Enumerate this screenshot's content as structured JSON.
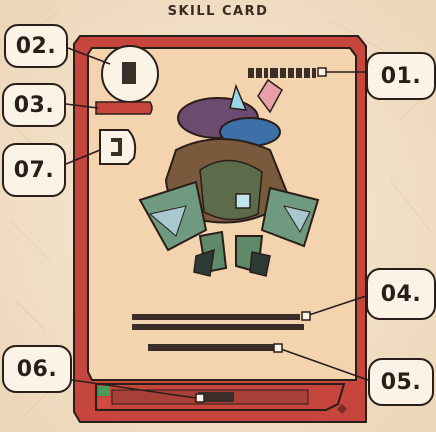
{
  "title": "SKILL CARD",
  "callouts": {
    "c01": "01.",
    "c02": "02.",
    "c03": "03.",
    "c04": "04.",
    "c05": "05.",
    "c06": "06.",
    "c07": "07."
  },
  "colors": {
    "card_frame": "#c6453c",
    "card_inner": "#f4d3af",
    "outline": "#2a1e1a",
    "callout_fill": "#fbf3e6",
    "background": "#f3e3cc"
  },
  "icons": [
    "creature-illustration",
    "energy-cost-icon",
    "card-type-icon",
    "red-plus-icon",
    "green-plus-icon",
    "diamond-icon"
  ]
}
